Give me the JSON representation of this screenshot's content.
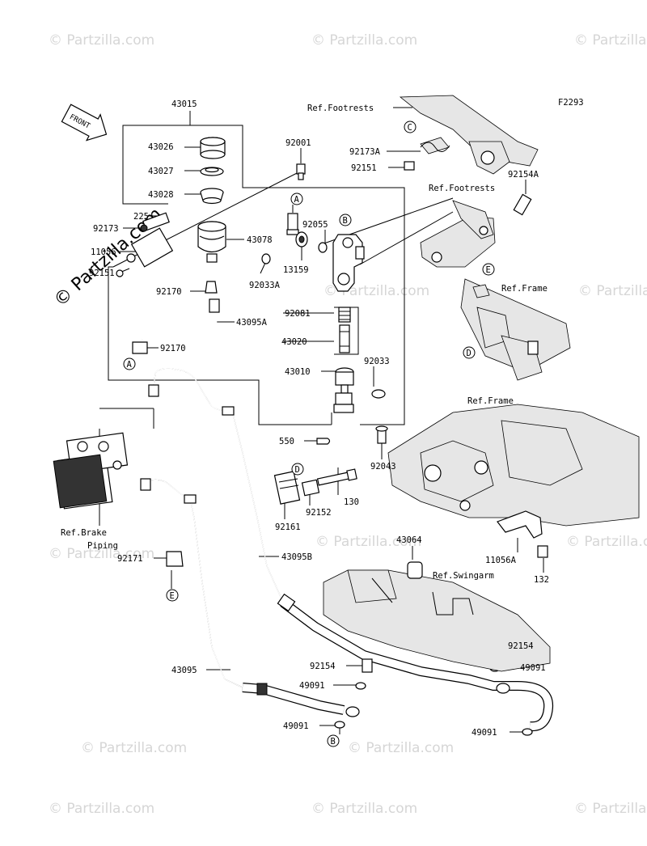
{
  "figure_code": "F2293",
  "front_label": "FRONT",
  "watermarks": [
    "© Partzilla.com"
  ],
  "big_watermark": "© Partzilla.com",
  "callouts": {
    "c43015": "43015",
    "c43026": "43026",
    "c43027": "43027",
    "c43028": "43028",
    "c225": "225",
    "c92173": "92173",
    "c11056": "11056",
    "c92151a": "92151",
    "c92170a": "92170",
    "c43078": "43078",
    "c92001": "92001",
    "c92033A": "92033A",
    "c13159": "13159",
    "c92055": "92055",
    "c43095A": "43095A",
    "c92170b": "92170",
    "c92081": "92081",
    "c43020": "43020",
    "c43010": "43010",
    "c92033": "92033",
    "c550": "550",
    "c92043": "92043",
    "c92161": "92161",
    "c92152": "92152",
    "c130": "130",
    "c43095B": "43095B",
    "c92171": "92171",
    "c43095": "43095",
    "c92154a": "92154",
    "c49091a": "49091",
    "c49091b": "49091",
    "c43064": "43064",
    "c11056A": "11056A",
    "c132": "132",
    "c92154b": "92154",
    "c49091c": "49091",
    "c49091d": "49091",
    "c92173A": "92173A",
    "c92151b": "92151",
    "c92154A": "92154A"
  },
  "refs": {
    "footrests1": "Ref.Footrests",
    "footrests2": "Ref.Footrests",
    "frame1": "Ref.Frame",
    "frame2": "Ref.Frame",
    "brake1": "Ref.Brake",
    "brake2": "Piping",
    "swingarm": "Ref.Swingarm"
  },
  "markers": {
    "A1": "A",
    "A2": "A",
    "B1": "B",
    "B2": "B",
    "C1": "C",
    "D1": "D",
    "D2": "D",
    "E1": "E",
    "E2": "E"
  }
}
